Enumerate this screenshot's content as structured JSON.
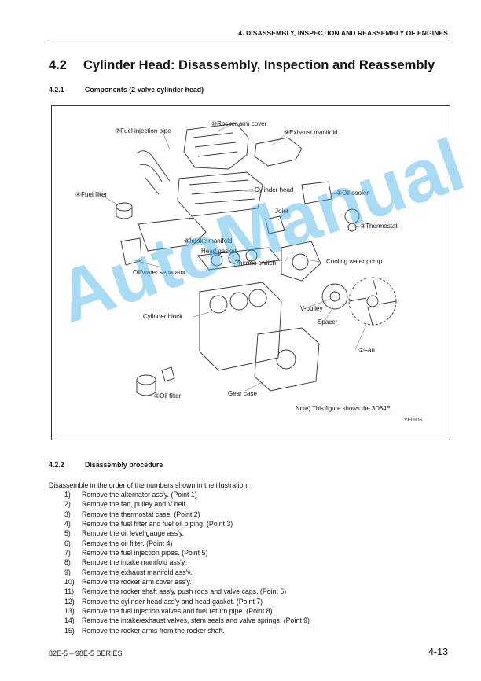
{
  "header": {
    "chapter": "4. DISASSEMBLY, INSPECTION AND REASSEMBLY OF ENGINES"
  },
  "section": {
    "number": "4.2",
    "title": "Cylinder Head: Disassembly, Inspection and Reassembly"
  },
  "subsection1": {
    "number": "4.2.1",
    "title": "Components (2-valve cylinder head)"
  },
  "figure": {
    "labels": {
      "fuel_injection_pipe": "⑦Fuel injection pipe",
      "rocker_arm_cover": "⑩Rocker arm cover",
      "exhaust_manifold": "⑨Exhaust manifold",
      "fuel_filter": "④Fuel filter",
      "cylinder_head": "Cylinder head",
      "oil_cooler": "①Oil cooler",
      "joint": "Joint",
      "thermostat": "③Thermostat",
      "intake_manifold": "⑧Intake manifold",
      "head_gasket": "Head gasket",
      "thermo_switch": "Thermo switch",
      "cooling_water_pump": "Cooling water pump",
      "oil_water_separator": "Oil/water separator",
      "v_pulley": "V-pulley",
      "cylinder_block": "Cylinder block",
      "spacer": "Spacer",
      "fan": "②Fan",
      "oil_filter": "⑥Oil filter",
      "gear_case": "Gear case"
    },
    "note": "Note) This figure shows the 3D84E.",
    "code": "YE0905",
    "watermark": "AutoManual",
    "watermark_color": "#40AFE6"
  },
  "subsection2": {
    "number": "4.2.2",
    "title": "Disassembly procedure"
  },
  "procedure": {
    "intro": "Disassemble in the order of the numbers shown in the illustration.",
    "steps": [
      {
        "n": "1)",
        "text": "Remove the alternator ass'y. (Point 1)"
      },
      {
        "n": "2)",
        "text": "Remove the fan, pulley and V belt."
      },
      {
        "n": "3)",
        "text": "Remove the thermostat case. (Point 2)"
      },
      {
        "n": "4)",
        "text": "Remove the fuel filter and fuel oil piping. (Point 3)"
      },
      {
        "n": "5)",
        "text": "Remove the oil level gauge ass'y."
      },
      {
        "n": "6)",
        "text": "Remove the oil filter. (Point 4)"
      },
      {
        "n": "7)",
        "text": "Remove the fuel injection pipes. (Point 5)"
      },
      {
        "n": "8)",
        "text": "Remove the intake manifold ass'y."
      },
      {
        "n": "9)",
        "text": "Remove the exhaust manifold ass'y."
      },
      {
        "n": "10)",
        "text": "Remove the rocker arm cover ass'y."
      },
      {
        "n": "11)",
        "text": "Remove the rocker shaft ass'y, push rods and valve caps. (Point 6)"
      },
      {
        "n": "12)",
        "text": "Remove the cylinder head ass'y and head gasket. (Point 7)"
      },
      {
        "n": "13)",
        "text": "Remove the fuel injection valves and fuel return pipe. (Point 8)"
      },
      {
        "n": "14)",
        "text": "Remove the intake/exhaust valves, stem seals and valve springs. (Point 9)"
      },
      {
        "n": "15)",
        "text": "Remove the rocker arms from the rocker shaft."
      }
    ]
  },
  "footer": {
    "series": "82E-5 – 98E-5 SERIES",
    "page": "4-13"
  }
}
